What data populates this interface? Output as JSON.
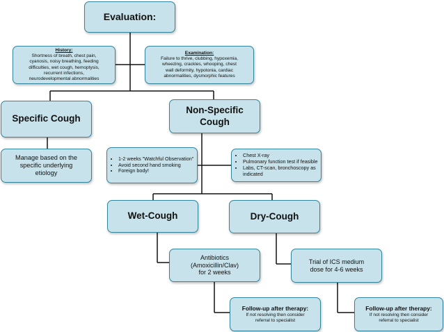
{
  "evaluation": {
    "title": "Evaluation:"
  },
  "history": {
    "heading": "History:",
    "lines": [
      "Shortness of breath, chest pain,",
      "cyanosis, noisy breathing, feeding",
      "difficulties, wet cough, hemoptysis,",
      "recurrent infections,",
      "neurodevelopmental abnormalities"
    ]
  },
  "examination": {
    "heading": "Examination:",
    "lines": [
      "Failure to thrive, clubbing, hypoxemia,",
      "wheezing, crackles, whooping, chest",
      "wall deformity, hypotonia, cardiac",
      "abnormalities, dysmorphic features"
    ]
  },
  "specific_cough": {
    "title": "Specific Cough"
  },
  "non_specific_cough": {
    "lines": [
      "Non-Specific",
      "Cough"
    ]
  },
  "manage": {
    "lines": [
      "Manage based on the",
      "specific underlying",
      "etiology"
    ]
  },
  "watchful": {
    "items": [
      "1-2 weeks \"Watchful Observation\"",
      "Avoid second hand smoking",
      "Foreign body!"
    ]
  },
  "tests": {
    "items": [
      "Chest X-ray",
      "Pulmonary function test if feasible",
      "Labs, CT-scan, bronchoscopy as indicated"
    ]
  },
  "wet_cough": {
    "title": "Wet-Cough"
  },
  "dry_cough": {
    "title": "Dry-Cough"
  },
  "antibiotics": {
    "lines": [
      "Antibiotics",
      "(Amoxicillin/Clav)",
      "for 2 weeks"
    ]
  },
  "ics": {
    "lines": [
      "Trial of ICS medium",
      "dose for 4-6 weeks"
    ]
  },
  "followup_wet": {
    "heading": "Follow-up after therapy:",
    "lines": [
      "If not resolving then consider",
      "referral to specialist"
    ]
  },
  "followup_dry": {
    "heading": "Follow-up after therapy:",
    "lines": [
      "If not resolving then consider",
      "referral to specialist"
    ]
  },
  "colors": {
    "box_fill": "#c7e2ea",
    "box_border": "#31849b",
    "connector": "#111111"
  }
}
